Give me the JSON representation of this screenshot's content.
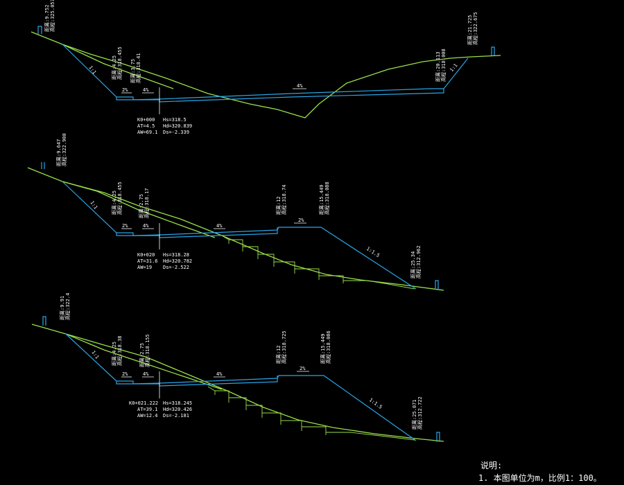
{
  "sections": [
    {
      "left_top": [
        "距离:9.752",
        "高程:325.057"
      ],
      "left_mid1": [
        "距离:4.25",
        "高程:318.455"
      ],
      "left_mid2": [
        "距离:3.75",
        "高程:318.41"
      ],
      "left_step": "1:1",
      "berm_left": "2%",
      "berm_mid": "4%",
      "center_grade": "4%",
      "right_top": [
        "距离:21.725",
        "高程:322.675"
      ],
      "right_mid": [
        "距离:20.113",
        "高程:318.008"
      ],
      "right_slope": "1:1",
      "info_left": [
        "K0+000",
        "AT=4.5",
        "AW=69.1"
      ],
      "info_right": [
        "Hs=318.5",
        "Hd=320.839",
        "Ds=-2.339"
      ]
    },
    {
      "left_top": [
        "距离:9.647",
        "高程:322.900"
      ],
      "left_mid1": [
        "距离:4.25",
        "高程:318.455"
      ],
      "left_mid2": [
        "距离:2.75",
        "高程:318.17"
      ],
      "left_step": "1:1",
      "berm_left": "2%",
      "berm_mid": "4%",
      "center_grade": "4%",
      "mid_right": [
        "距离:12",
        "高程:318.74"
      ],
      "right_top": [
        "距离:15.449",
        "高程:318.088"
      ],
      "right_berm": "2%",
      "right_slope": "1:1.5",
      "right_bottom": [
        "距离:25.34",
        "高程:312.962"
      ],
      "info_left": [
        "K0+020",
        "AT=31.6",
        "AW=19"
      ],
      "info_right": [
        "Hs=318.28",
        "Hd=320.782",
        "Ds=-2.522"
      ]
    },
    {
      "left_top": [
        "距离:9.91",
        "高程:322.4"
      ],
      "left_mid1": [
        "距离:4.25",
        "高程:318.38"
      ],
      "left_mid2": [
        "距离:2.75",
        "高程:318.155"
      ],
      "left_step": "1:1",
      "berm_left": "2%",
      "berm_mid": "4%",
      "center_grade": "4%",
      "mid_right": [
        "距离:12",
        "高程:318.725"
      ],
      "right_top": [
        "距离:15.449",
        "高程:318.086"
      ],
      "right_berm": "2%",
      "right_slope": "1:1.5",
      "right_bottom": [
        "距离:25.071",
        "高程:312.722"
      ],
      "info_left": [
        "K0+021.222",
        "AT=39.1",
        "AW=12.4"
      ],
      "info_right": [
        "Hs=318.245",
        "Hd=320.426",
        "Ds=-2.181"
      ]
    }
  ],
  "notes": {
    "title": "说明:",
    "item1": "1. 本图单位为m，比例1：100。"
  },
  "colors": {
    "ground_line": "#9be04a",
    "design_line": "#2aa6e8",
    "text": "#ffffff",
    "background": "#000000"
  }
}
